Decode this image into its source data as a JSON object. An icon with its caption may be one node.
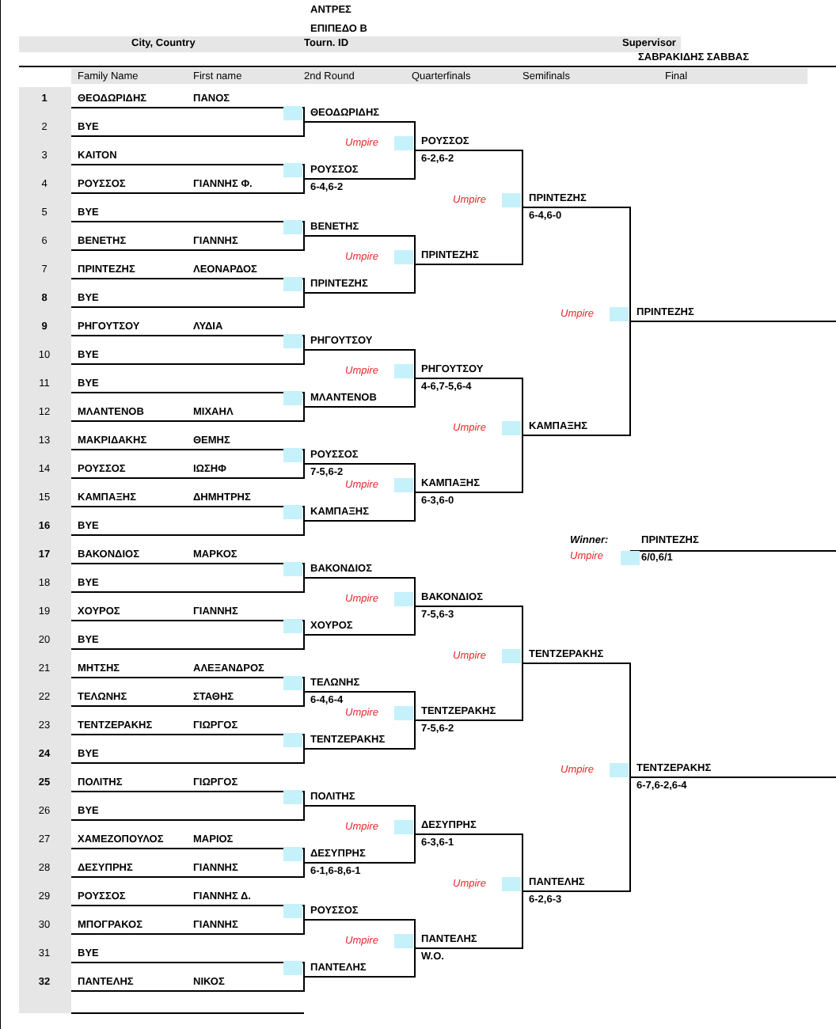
{
  "diagram": {
    "title": "ΑΝΤΡΕΣ",
    "labels": [
      "ΕΠΙΠΕΔΟ Β",
      "City, Country",
      "Tourn. ID",
      "Supervisor",
      "ΣΑΒΡΑΚΙΔΗΣ ΣΑΒΒΑΣ",
      "Family Name",
      "First name",
      "2nd Round",
      "Quarterfinals",
      "Semifinals",
      "Final",
      "1",
      "ΘΕΟΔΩΡΙΔΗΣ",
      "ΠΑΝΟΣ",
      "2",
      "BYE",
      "3",
      "ΚΑΙΤΟΝ",
      "4",
      "ΡΟΥΣΣΟΣ",
      "ΓΙΑΝΝΗΣ Φ.",
      "5",
      "BYE",
      "6",
      "ΒΕΝΕΤΗΣ",
      "ΓΙΑΝΝΗΣ",
      "7",
      "ΠΡΙΝΤΕΖΗΣ",
      "ΛΕΟΝΑΡΔΟΣ",
      "8",
      "BYE",
      "9",
      "ΡΗΓΟΥΤΣΟΥ",
      "ΛΥΔΙΑ",
      "10",
      "BYE",
      "11",
      "BYE",
      "12",
      "ΜΛΑΝΤΕΝΟΒ",
      "ΜΙΧΑΗΛ",
      "13",
      "ΜΑΚΡΙΔΑΚΗΣ",
      "ΘΕΜΗΣ",
      "14",
      "ΡΟΥΣΣΟΣ",
      "ΙΩΣΗΦ",
      "15",
      "ΚΑΜΠΑΞΗΣ",
      "ΔΗΜΗΤΡΗΣ",
      "16",
      "BYE",
      "17",
      "ΒΑΚΟΝΔΙΟΣ",
      "ΜΑΡΚΟΣ",
      "18",
      "BYE",
      "19",
      "ΧΟΥΡΟΣ",
      "ΓΙΑΝΝΗΣ",
      "20",
      "BYE",
      "21",
      "ΜΗΤΣΗΣ",
      "ΑΛΕΞΑΝΔΡΟΣ",
      "22",
      "ΤΕΛΩΝΗΣ",
      "ΣΤΑΘΗΣ",
      "23",
      "ΤΕΝΤΖΕΡΑΚΗΣ",
      "ΓΙΩΡΓΟΣ",
      "24",
      "BYE",
      "25",
      "ΠΟΛΙΤΗΣ",
      "ΓΙΩΡΓΟΣ",
      "26",
      "BYE",
      "27",
      "ΧΑΜΕΖΟΠΟΥΛΟΣ",
      "ΜΑΡΙΟΣ",
      "28",
      "ΔΕΣΥΠΡΗΣ",
      "ΓΙΑΝΝΗΣ",
      "29",
      "ΡΟΥΣΣΟΣ",
      "ΓΙΑΝΝΗΣ Δ.",
      "30",
      "ΜΠΟΓΡΑΚΟΣ",
      "ΓΙΑΝΝΗΣ",
      "31",
      "BYE",
      "32",
      "ΠΑΝΤΕΛΗΣ",
      "ΝΙΚΟΣ",
      "ΘΕΟΔΩΡΙΔΗΣ",
      "ΡΟΥΣΣΟΣ",
      "6-4,6-2",
      "ΒΕΝΕΤΗΣ",
      "ΠΡΙΝΤΕΖΗΣ",
      "ΡΗΓΟΥΤΣΟΥ",
      "ΜΛΑΝΤΕΝΟΒ",
      "ΡΟΥΣΣΟΣ",
      "7-5,6-2",
      "ΚΑΜΠΑΞΗΣ",
      "ΒΑΚΟΝΔΙΟΣ",
      "ΧΟΥΡΟΣ",
      "ΤΕΛΩΝΗΣ",
      "6-4,6-4",
      "ΤΕΝΤΖΕΡΑΚΗΣ",
      "ΠΟΛΙΤΗΣ",
      "ΔΕΣΥΠΡΗΣ",
      "6-1,6-8,6-1",
      "ΡΟΥΣΣΟΣ",
      "ΠΑΝΤΕΛΗΣ",
      "Umpire",
      "ΡΟΥΣΣΟΣ",
      "6-2,6-2",
      "Umpire",
      "ΠΡΙΝΤΕΖΗΣ",
      "Umpire",
      "ΡΗΓΟΥΤΣΟΥ",
      "4-6,7-5,6-4",
      "Umpire",
      "ΚΑΜΠΑΞΗΣ",
      "6-3,6-0",
      "Umpire",
      "ΒΑΚΟΝΔΙΟΣ",
      "7-5,6-3",
      "Umpire",
      "ΤΕΝΤΖΕΡΑΚΗΣ",
      "7-5,6-2",
      "Umpire",
      "ΔΕΣΥΠΡΗΣ",
      "6-3,6-1",
      "Umpire",
      "ΠΑΝΤΕΛΗΣ",
      "W.O.",
      "Umpire",
      "ΠΡΙΝΤΕΖΗΣ",
      "6-4,6-0",
      "Umpire",
      "ΚΑΜΠΑΞΗΣ",
      "Umpire",
      "ΤΕΝΤΖΕΡΑΚΗΣ",
      "Umpire",
      "ΠΑΝΤΕΛΗΣ",
      "6-2,6-3",
      "Umpire",
      "ΠΡΙΝΤΕΖΗΣ",
      "Umpire",
      "ΤΕΝΤΖΕΡΑΚΗΣ",
      "6-7,6-2,6-4",
      "Winner:",
      "ΠΡΙΝΤΕΖΗΣ",
      "Umpire",
      "6/0,6/1"
    ]
  }
}
